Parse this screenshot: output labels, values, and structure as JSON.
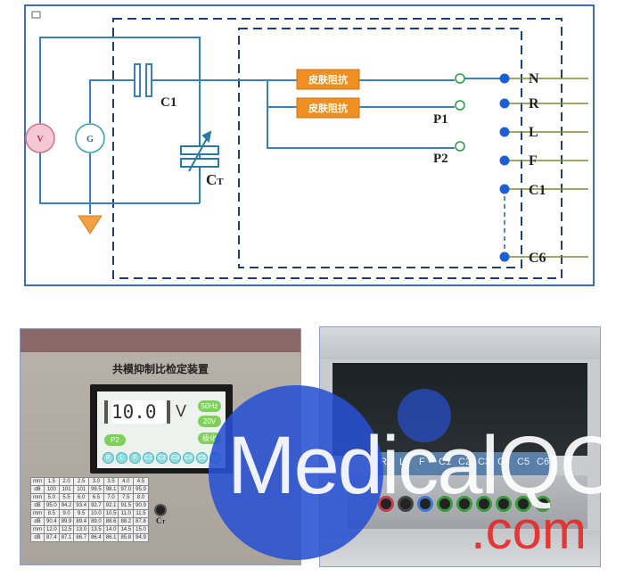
{
  "circuit": {
    "meter_v": "V",
    "meter_g": "G",
    "capacitor_c1": "C1",
    "capacitor_ct_main": "C",
    "capacitor_ct_sub": "T",
    "impedance_box_1": "皮肤阻抗",
    "impedance_box_2": "皮肤阻抗",
    "terminal_p1": "P1",
    "terminal_p2": "P2",
    "leads": [
      "N",
      "R",
      "L",
      "F",
      "C1",
      "C6"
    ]
  },
  "device_panel": {
    "title": "共模抑制比检定装置",
    "display_value": "10.0",
    "display_unit": "V",
    "btn_freq": "50Hz",
    "btn_voltage": "20V",
    "btn_mode": "极化",
    "btn_p2": "P2",
    "channels": [
      "R",
      "L",
      "F",
      "C1",
      "C2",
      "C3",
      "C4",
      "C5",
      "C6"
    ],
    "ct_label_main": "C",
    "ct_label_sub": "T",
    "spec_rows": [
      [
        "mm",
        "1.5",
        "2.0",
        "2.5",
        "3.0",
        "3.5",
        "4.0",
        "4.5"
      ],
      [
        "dB",
        "100",
        "101",
        "101",
        "99.5",
        "98.1",
        "97.0",
        "95.9"
      ],
      [
        "mm",
        "5.0",
        "5.5",
        "6.0",
        "6.5",
        "7.0",
        "7.5",
        "8.0"
      ],
      [
        "dB",
        "95.0",
        "94.2",
        "93.4",
        "92.7",
        "92.1",
        "91.5",
        "90.9"
      ],
      [
        "mm",
        "8.5",
        "9.0",
        "9.5",
        "10.0",
        "10.5",
        "11.0",
        "11.5"
      ],
      [
        "dB",
        "90.4",
        "89.9",
        "89.4",
        "89.0",
        "88.6",
        "88.2",
        "87.8"
      ],
      [
        "mm",
        "12.0",
        "12.5",
        "13.0",
        "13.5",
        "14.0",
        "14.5",
        "15.0"
      ],
      [
        "dB",
        "87.4",
        "87.1",
        "86.7",
        "86.4",
        "86.1",
        "85.8",
        "84.9"
      ]
    ]
  },
  "terminal_block": {
    "labels": [
      "R",
      "L",
      "F",
      "C1",
      "C2",
      "C3",
      "C4",
      "C5",
      "C6"
    ]
  },
  "watermark": {
    "main": "MedicalQC",
    "suffix": ".com"
  },
  "colors": {
    "wire": "#3a7fc0",
    "frame": "#3a6fc0",
    "dashed": "#1f3f7a",
    "lead_line": "#7a8a3a",
    "impedance_fill": "#f09020",
    "terminal_dot": "#1e5fd6",
    "ground_fill": "#f4a040"
  }
}
